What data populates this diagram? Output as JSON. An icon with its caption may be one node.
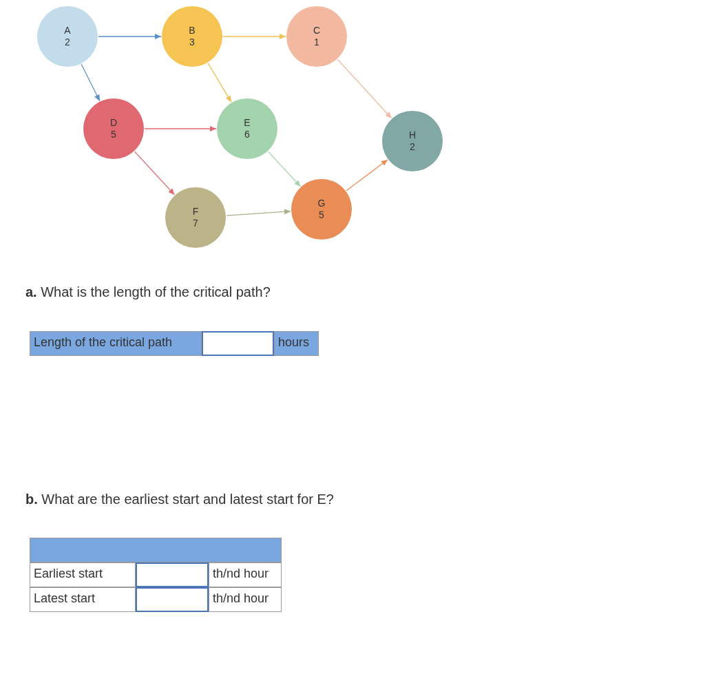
{
  "diagram": {
    "nodes": [
      {
        "text": [
          "A",
          "2"
        ]
      },
      {
        "text": [
          "B",
          "3"
        ]
      },
      {
        "text": [
          "C",
          "1"
        ]
      },
      {
        "text": [
          "D",
          "5"
        ]
      },
      {
        "text": [
          "E",
          "6"
        ]
      },
      {
        "text": [
          "H",
          "2"
        ]
      },
      {
        "text": [
          "F",
          "7"
        ]
      },
      {
        "text": [
          "G",
          "5"
        ]
      }
    ],
    "edges": [
      {
        "from": 0,
        "to": 1,
        "arrow": "to",
        "color": "#5b8fc7"
      },
      {
        "from": 1,
        "to": 2,
        "arrow": "to",
        "color": "#f0c050"
      },
      {
        "from": 0,
        "to": 3,
        "arrow": "to",
        "color": "#5b8fc7"
      },
      {
        "from": 1,
        "to": 4,
        "arrow": "to",
        "color": "#f0c050"
      },
      {
        "from": 2,
        "to": 5,
        "arrow": "to",
        "color": "#f2b9a0"
      },
      {
        "from": 3,
        "to": 4,
        "arrow": "to",
        "color": "#e06870"
      },
      {
        "from": 3,
        "to": 6,
        "arrow": "to",
        "color": "#e06870"
      },
      {
        "from": 4,
        "to": 7,
        "arrow": "to",
        "color": "#a3d3ad"
      },
      {
        "from": 6,
        "to": 7,
        "arrow": "to",
        "color": "#aab08a"
      },
      {
        "from": 7,
        "to": 5,
        "arrow": "to",
        "color": "#e98c56"
      }
    ],
    "labels": [
      "**a.** What is the length of the critical path?",
      "Length of the critical path",
      "hours",
      "**b.** What are the earliest start and latest start for E?",
      "Earliest start",
      "th/nd hour",
      "Latest start",
      "th/nd hour"
    ]
  }
}
